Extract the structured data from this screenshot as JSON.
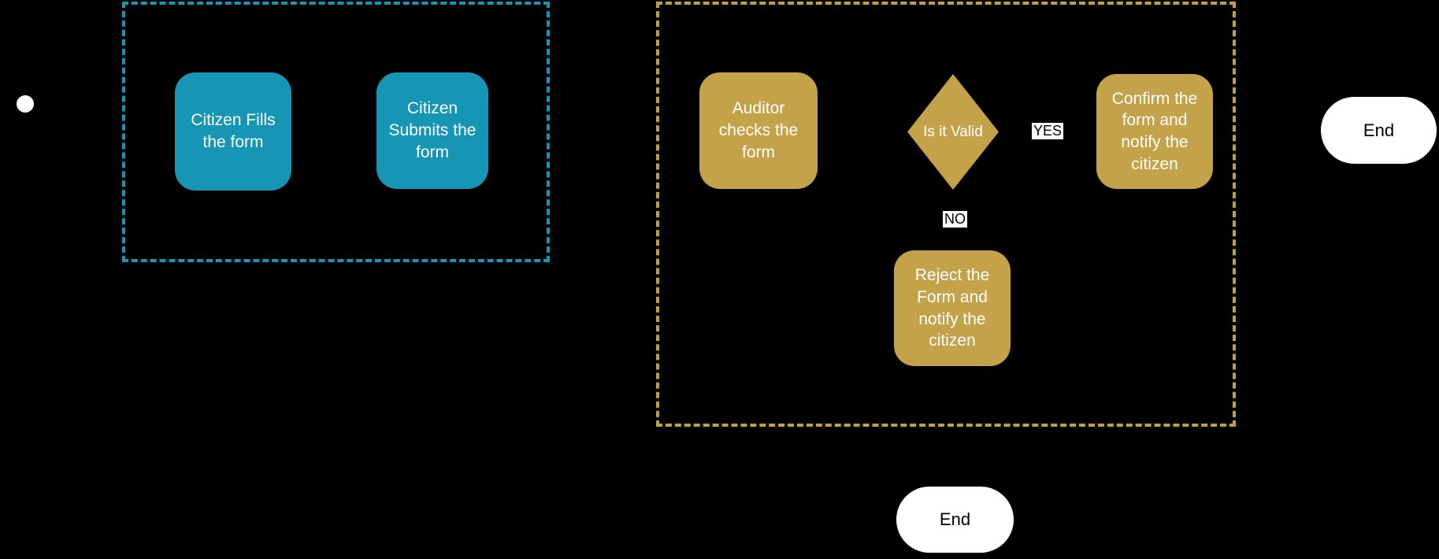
{
  "colors": {
    "background": "#000000",
    "citizen_fill": "#1795B4",
    "citizen_border": "#1795B4",
    "auditor_fill": "#C3A24A",
    "auditor_border": "#C2A03C",
    "end_fill": "#FFFFFF",
    "label_bg": "#FFFFFF",
    "node_text": "#FFFFFF",
    "dark_text": "#000000"
  },
  "lanes": {
    "citizen": {
      "id": "citizen-lane"
    },
    "auditor": {
      "id": "auditor-lane"
    }
  },
  "nodes": {
    "start": {
      "type": "start-event"
    },
    "fill_form": {
      "label": "Citizen Fills the form"
    },
    "submit_form": {
      "label": "Citizen Submits the form"
    },
    "auditor_checks": {
      "label": "Auditor checks the form"
    },
    "is_valid": {
      "label": "Is it Valid"
    },
    "confirm": {
      "label": "Confirm the form and notify the citizen"
    },
    "reject": {
      "label": "Reject the Form and notify the citizen"
    },
    "end_right": {
      "label": "End"
    },
    "end_bottom": {
      "label": "End"
    }
  },
  "edge_labels": {
    "yes": "YES",
    "no": "NO"
  }
}
